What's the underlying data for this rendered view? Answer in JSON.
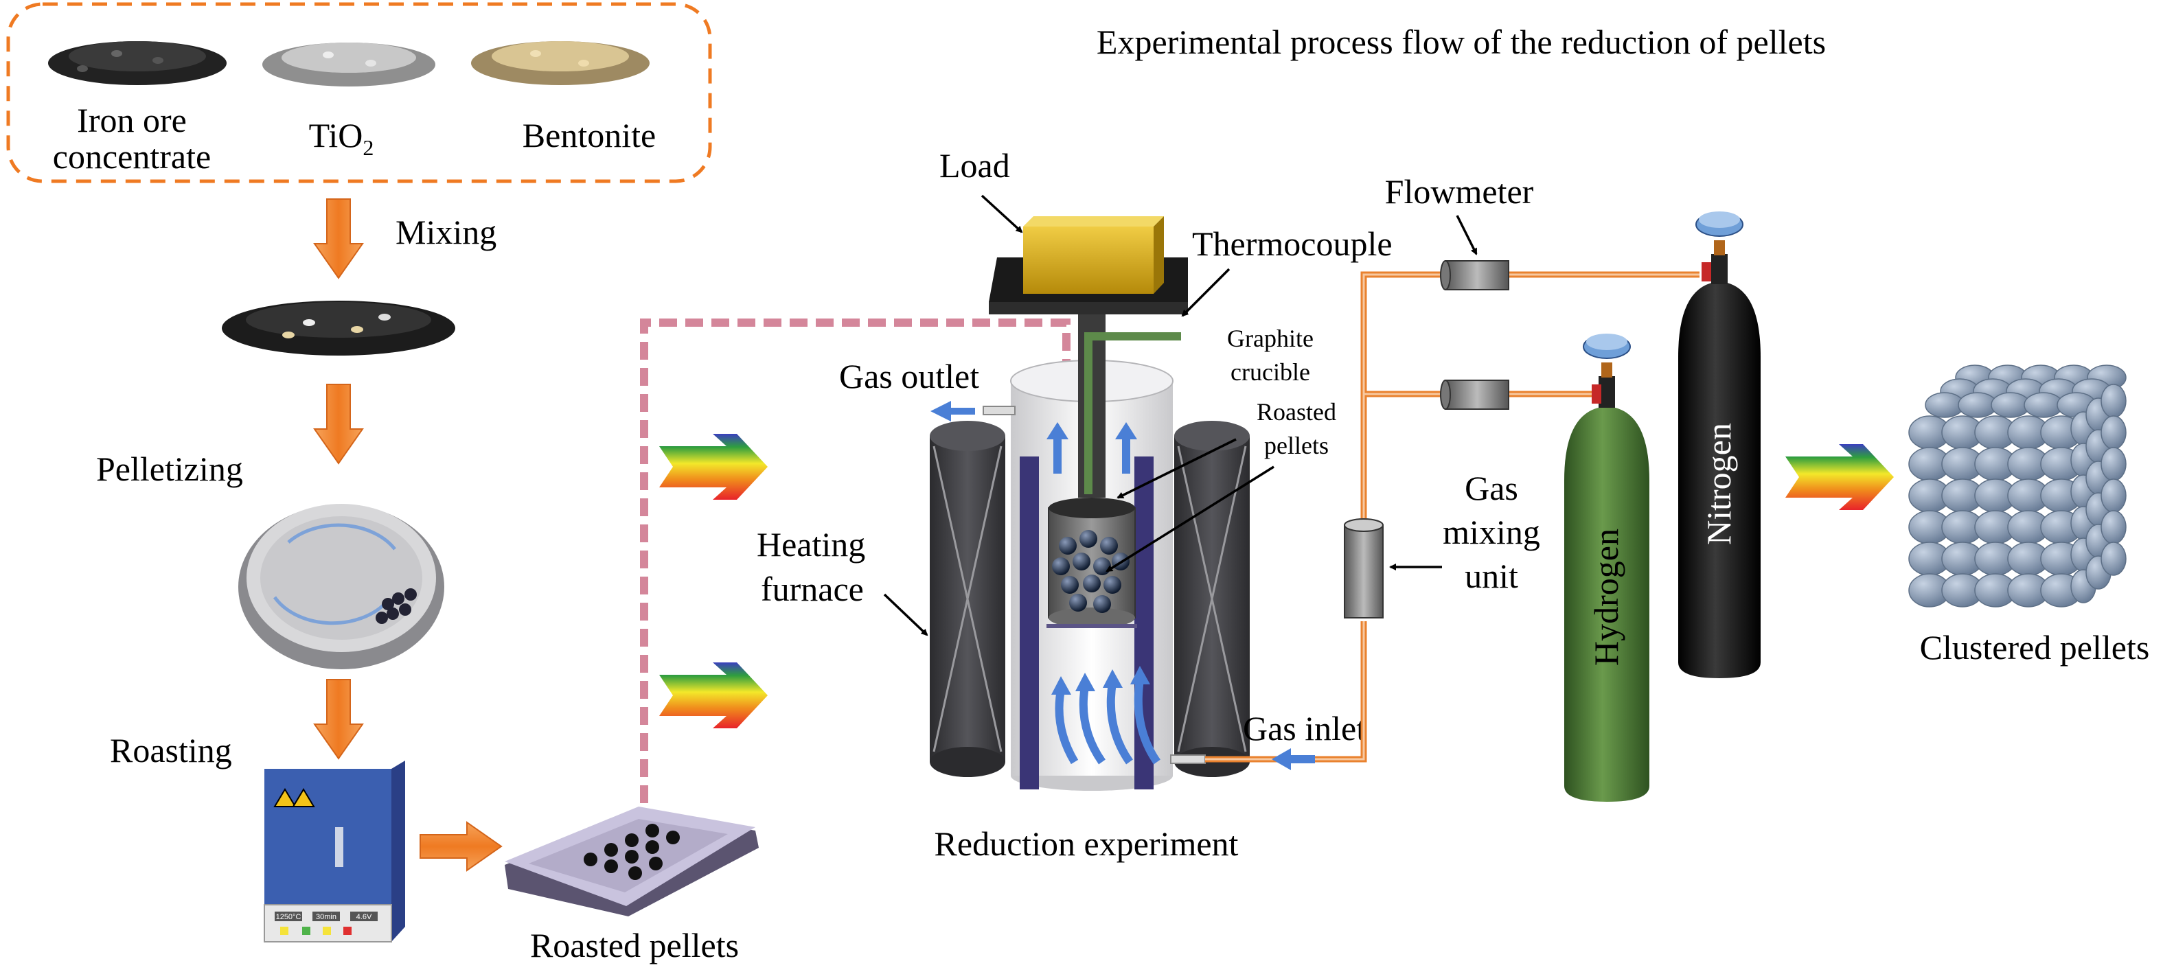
{
  "title": "Experimental process flow of the reduction of pellets",
  "materials": {
    "iron_ore_line1": "Iron ore",
    "iron_ore_line2": "concentrate",
    "tio2_main": "TiO",
    "tio2_sub": "2",
    "bentonite": "Bentonite"
  },
  "steps": {
    "mixing": "Mixing",
    "pelletizing": "Pelletizing",
    "roasting": "Roasting",
    "roasted_pellets": "Roasted pellets"
  },
  "oven_display": {
    "temperature": "1250°C",
    "time": "30min",
    "voltage": "4.6V"
  },
  "apparatus": {
    "load": "Load",
    "thermocouple": "Thermocouple",
    "graphite_crucible_line1": "Graphite",
    "graphite_crucible_line2": "crucible",
    "roasted_pellets_line1": "Roasted",
    "roasted_pellets_line2": "pellets",
    "gas_outlet": "Gas outlet",
    "heating_furnace_line1": "Heating",
    "heating_furnace_line2": "furnace",
    "gas_inlet": "Gas inlet",
    "reduction_experiment": "Reduction experiment"
  },
  "gas_system": {
    "flowmeter": "Flowmeter",
    "gas_mixing_line1": "Gas",
    "gas_mixing_line2": "mixing",
    "gas_mixing_line3": "unit",
    "hydrogen": "Hydrogen",
    "nitrogen": "Nitrogen"
  },
  "result": {
    "clustered_pellets": "Clustered pellets"
  },
  "colors": {
    "flow_arrow": "#f07e2c",
    "dashed_path": "#d4869a",
    "gas_line": "#e9822f",
    "gas_flow": "#4a7fd6",
    "furnace_dark": "#3a3a3e",
    "load_gold": "#d4a90f",
    "hydrogen_cylinder": "#4a7a35",
    "nitrogen_cylinder": "#111111",
    "oven_blue": "#3b5fb0"
  }
}
